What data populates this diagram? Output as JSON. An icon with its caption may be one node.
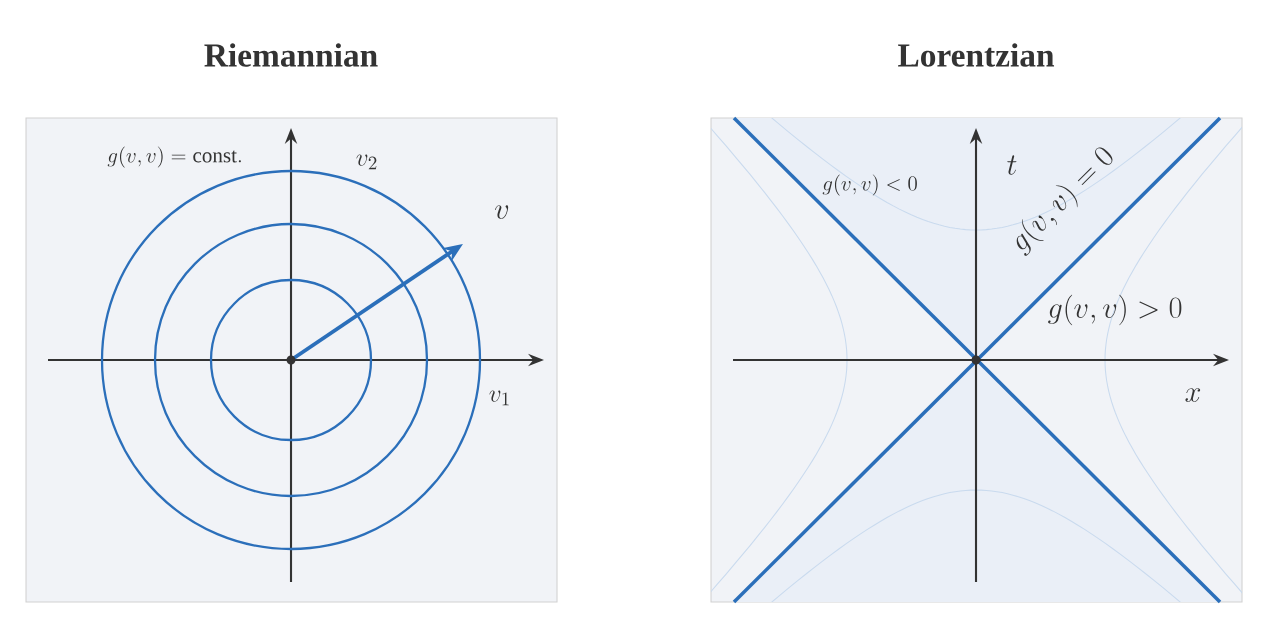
{
  "diagram": {
    "nodes": [
      {
        "text": [
          "Riemannian"
        ]
      },
      {
        "text": [
          "Lorentzian"
        ]
      }
    ],
    "labels": [
      "g(v,v) = \\mathrm{const.}",
      "v_2",
      "v",
      "v_1",
      "t",
      "g(v,v) < 0",
      "g(v,v) = 0",
      "g(v,v) > 0",
      "x"
    ]
  }
}
